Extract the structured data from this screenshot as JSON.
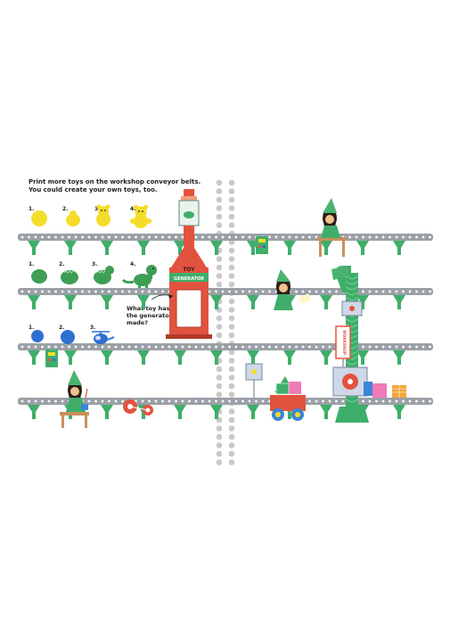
{
  "instructions": {
    "line1": "Print more toys on the workshop conveyor belts.",
    "line2": "You could create your own toys, too."
  },
  "rows": [
    {
      "steps": [
        "1.",
        "2.",
        "3.",
        "4."
      ]
    },
    {
      "steps": [
        "1.",
        "2.",
        "3.",
        "4."
      ]
    },
    {
      "steps": [
        "1.",
        "2.",
        "3."
      ]
    }
  ],
  "generator": {
    "line1": "TOY",
    "line2": "GENERATOR"
  },
  "question": "What toy has the generator made?",
  "sign": "WORKSHOP",
  "colors": {
    "belt": "#9aa0a6",
    "belt_dots": "#ffffff",
    "support": "#3fae6a",
    "generator": "#e2533f",
    "elf_hat": "#4bb36f",
    "yellow_toy": "#f4dd2a",
    "green_toy": "#3f9e55",
    "blue_toy": "#2f6fd0"
  }
}
